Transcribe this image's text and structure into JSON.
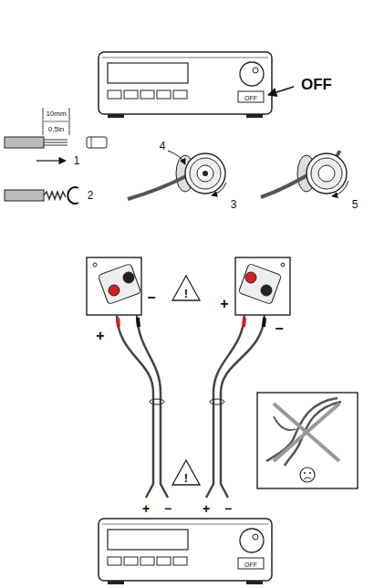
{
  "diagram": {
    "labels": [
      "OFF",
      "OFF",
      "10mm",
      "0,5in",
      "1",
      "2",
      "4",
      "3",
      "5",
      "−",
      "!",
      "+",
      "+",
      "−",
      "!",
      "+",
      "−",
      "+",
      "−",
      "OFF"
    ]
  }
}
